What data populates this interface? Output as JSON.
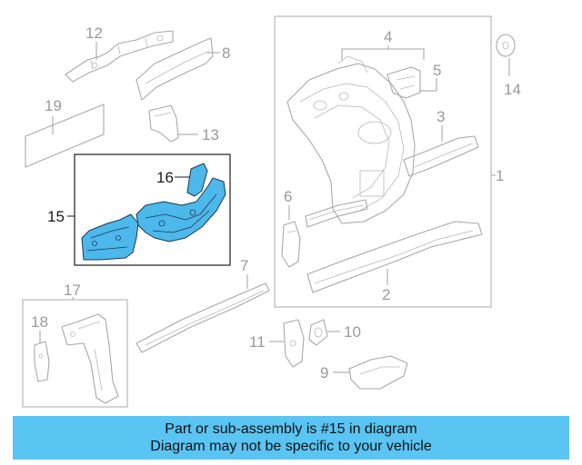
{
  "callouts": {
    "c1": "1",
    "c2": "2",
    "c3": "3",
    "c4": "4",
    "c5": "5",
    "c6": "6",
    "c7": "7",
    "c8": "8",
    "c9": "9",
    "c10": "10",
    "c11": "11",
    "c12": "12",
    "c13": "13",
    "c14": "14",
    "c15": "15",
    "c16": "16",
    "c17": "17",
    "c18": "18",
    "c19": "19"
  },
  "highlight": {
    "part_number": "15",
    "color": "#4cb8ec"
  },
  "banner": {
    "line1": "Part or sub-assembly is #15 in diagram",
    "line2": "Diagram may not be specific to your vehicle",
    "color": "#5ac4f2"
  }
}
